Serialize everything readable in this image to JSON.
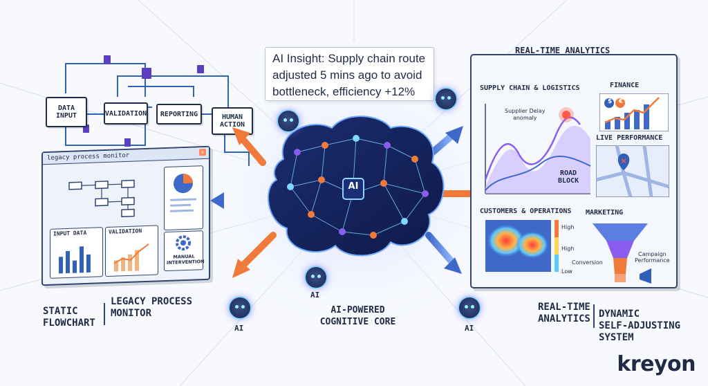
{
  "insight": {
    "line1": "AI Insight: Supply chain route",
    "line2": "adjusted 5 mins ago to avoid",
    "line3": "bottleneck, efficiency +12%"
  },
  "flowchart": {
    "data_input_1": "DATA",
    "data_input_2": "INPUT",
    "validation": "VALIDATION",
    "reporting": "REPORTING",
    "human_action_1": "HUMAN",
    "human_action_2": "ACTION"
  },
  "legacy": {
    "window_title": "legacy process monitor",
    "close_glyph": "✕",
    "panel_input": "INPUT DATA",
    "panel_validation": "VALIDATION",
    "manual_1": "MANUAL",
    "manual_2": "INTERVENTION"
  },
  "left_captions": {
    "static_1": "STATIC",
    "static_2": "FLOWCHART",
    "legacy_1": "LEGACY PROCESS",
    "legacy_2": "MONITOR"
  },
  "core": {
    "chip": "AI",
    "caption_1": "AI-POWERED",
    "caption_2": "COGNITIVE CORE",
    "bot_label_left": "AI",
    "bot_label_mid": "AI",
    "bot_label_right": "AI"
  },
  "right": {
    "title": "REAL-TIME ANALYTICS",
    "supply_chain": "SUPPLY CHAIN & LOGISTICS",
    "supplier_delay_1": "Supplier Delay",
    "supplier_delay_2": "anomaly",
    "finance": "FINANCE",
    "live_performance": "LIVE PERFORMANCE",
    "road_1": "ROAD",
    "road_2": "BLOCK",
    "customers": "CUSTOMERS & OPERATIONS",
    "marketing": "MARKETING",
    "heat_high_1": "High",
    "heat_high_2": "High",
    "heat_low": "Low",
    "conversion": "Conversion",
    "campaign_1": "Campaign",
    "campaign_2": "Performance",
    "dollar": "$",
    "euro": "€"
  },
  "right_captions": {
    "rt_1": "REAL-TIME",
    "rt_2": "ANALYTICS",
    "dyn_1": "DYNAMIC",
    "dyn_2": "SELF-ADJUSTING",
    "dyn_3": "SYSTEM"
  },
  "brand": "kreyon",
  "colors": {
    "navy": "#1f2a44",
    "orange": "#f07a3a",
    "blue": "#4a7fd6",
    "purple": "#8a5cf0",
    "accent_cyan": "#7fd8ff"
  }
}
